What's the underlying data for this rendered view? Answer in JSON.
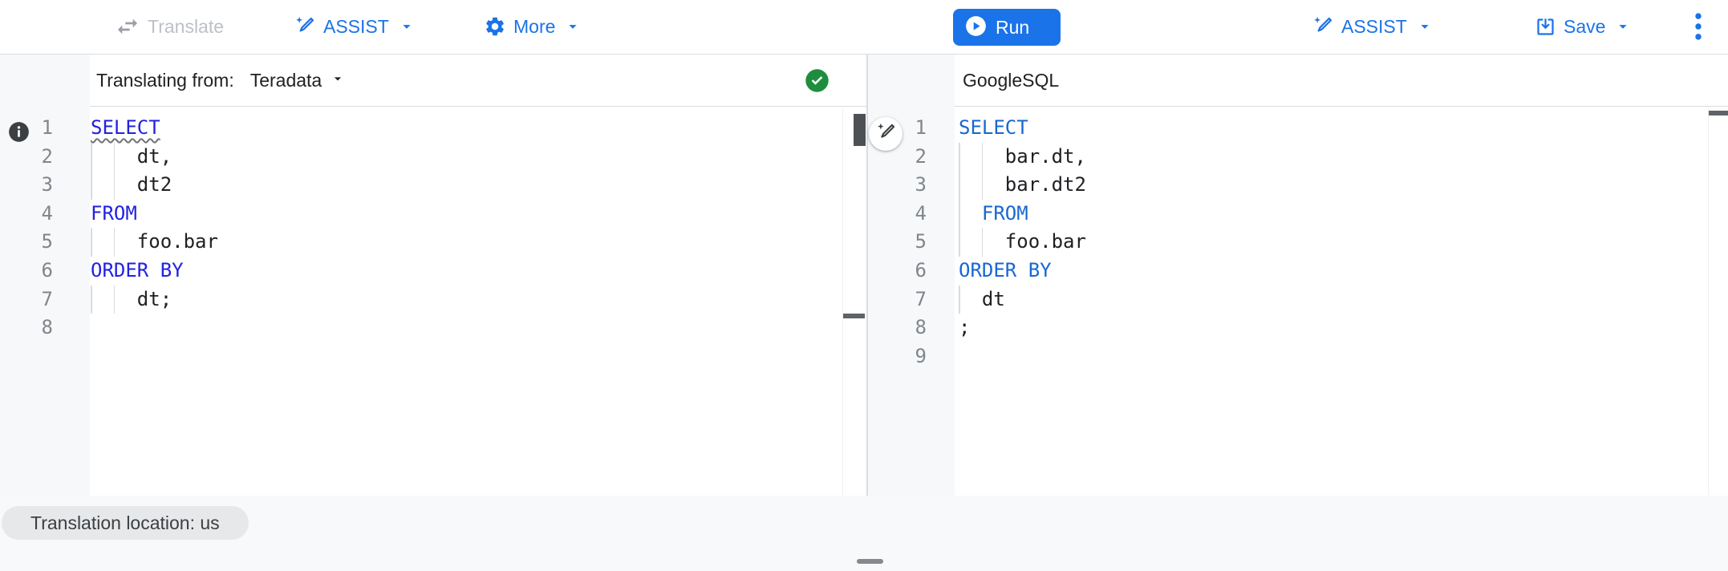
{
  "toolbar": {
    "translate_label": "Translate",
    "assist_label": "ASSIST",
    "more_label": "More",
    "run_label": "Run",
    "assist2_label": "ASSIST",
    "save_label": "Save"
  },
  "source_pane": {
    "header_label": "Translating from:",
    "dialect": "Teradata",
    "status": "valid",
    "lines": [
      {
        "num": 1,
        "indent": 0,
        "tokens": [
          {
            "t": "kw",
            "s": "SELECT",
            "u": true
          }
        ]
      },
      {
        "num": 2,
        "indent": 4,
        "tokens": [
          {
            "t": "pl",
            "s": "dt,"
          }
        ]
      },
      {
        "num": 3,
        "indent": 4,
        "tokens": [
          {
            "t": "pl",
            "s": "dt2"
          }
        ]
      },
      {
        "num": 4,
        "indent": 0,
        "tokens": [
          {
            "t": "kw",
            "s": "FROM"
          }
        ]
      },
      {
        "num": 5,
        "indent": 4,
        "tokens": [
          {
            "t": "pl",
            "s": "foo.bar"
          }
        ]
      },
      {
        "num": 6,
        "indent": 0,
        "tokens": [
          {
            "t": "kw",
            "s": "ORDER BY"
          }
        ]
      },
      {
        "num": 7,
        "indent": 4,
        "tokens": [
          {
            "t": "pl",
            "s": "dt;"
          }
        ]
      },
      {
        "num": 8,
        "indent": 0,
        "tokens": []
      }
    ]
  },
  "target_pane": {
    "header_label": "GoogleSQL",
    "lines": [
      {
        "num": 1,
        "indent": 0,
        "tokens": [
          {
            "t": "kw",
            "s": "SELECT"
          }
        ]
      },
      {
        "num": 2,
        "indent": 4,
        "tokens": [
          {
            "t": "pl",
            "s": "bar.dt,"
          }
        ]
      },
      {
        "num": 3,
        "indent": 4,
        "tokens": [
          {
            "t": "pl",
            "s": "bar.dt2"
          }
        ]
      },
      {
        "num": 4,
        "indent": 2,
        "tokens": [
          {
            "t": "kw",
            "s": "FROM"
          }
        ]
      },
      {
        "num": 5,
        "indent": 4,
        "tokens": [
          {
            "t": "pl",
            "s": "foo.bar"
          }
        ]
      },
      {
        "num": 6,
        "indent": 0,
        "tokens": [
          {
            "t": "kw",
            "s": "ORDER BY"
          }
        ]
      },
      {
        "num": 7,
        "indent": 2,
        "tokens": [
          {
            "t": "pl",
            "s": "dt"
          }
        ]
      },
      {
        "num": 8,
        "indent": 0,
        "tokens": [
          {
            "t": "pl",
            "s": ";"
          }
        ]
      },
      {
        "num": 9,
        "indent": 0,
        "tokens": []
      }
    ]
  },
  "footer": {
    "location_chip": "Translation location: us"
  },
  "icons": {
    "toolbar": [
      "swap-arrows-icon",
      "magic-pencil-icon",
      "gear-icon",
      "play-icon",
      "save-icon",
      "kebab-menu-icon"
    ],
    "editor": [
      "info-icon",
      "check-circle-icon",
      "magic-pencil-icon",
      "dropdown-caret-icon"
    ]
  },
  "colors": {
    "accent_blue": "#1a73e8",
    "keyword_source": "#2222e0",
    "keyword_target": "#1967d2",
    "success_green": "#1e8e3e",
    "chip_bg": "#e6e8ea",
    "disabled_gray": "#bdc1c6",
    "page_bg": "#f8f9fa"
  }
}
